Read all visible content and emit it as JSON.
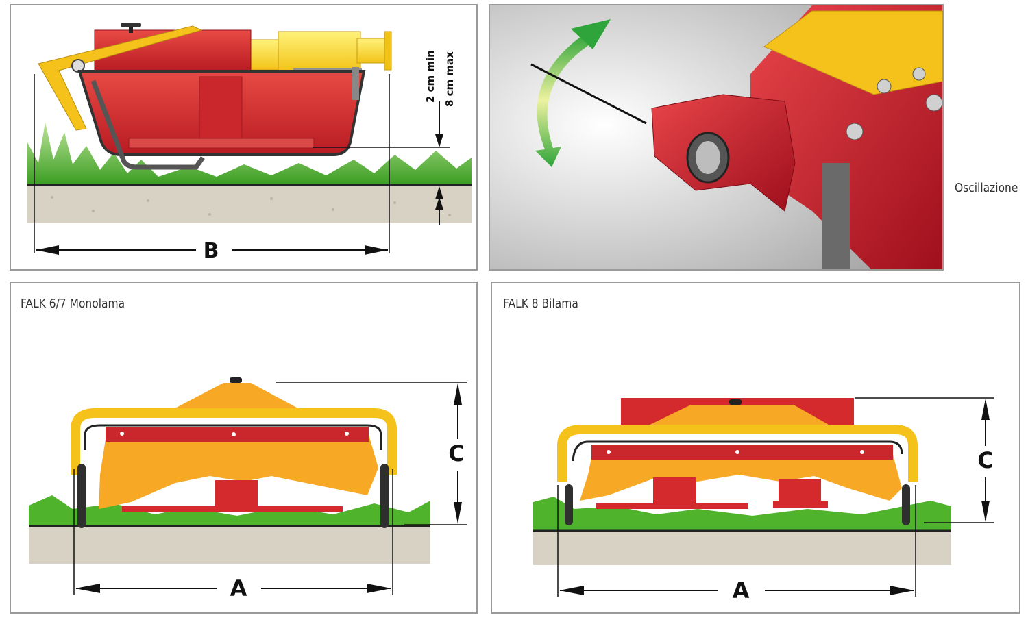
{
  "panels": {
    "side_view": {
      "dimension_b": "B",
      "height_min": "2 cm min",
      "height_max": "8 cm max"
    },
    "oscillation": {
      "caption": "Oscillazione"
    },
    "monolama": {
      "title": "FALK 6/7 Monolama",
      "dimension_a": "A",
      "dimension_c": "C"
    },
    "bilama": {
      "title": "FALK 8 Bilama",
      "dimension_a": "A",
      "dimension_c": "C"
    }
  },
  "colors": {
    "machine_red": "#d42a2e",
    "guard_yellow": "#f5c21b",
    "cover_orange": "#f7a824",
    "grass_green": "#5cbf35",
    "ground_gray": "#d8d2c4",
    "frame_gray": "#9a9a9a",
    "arrow_green": "#3fae3a"
  }
}
